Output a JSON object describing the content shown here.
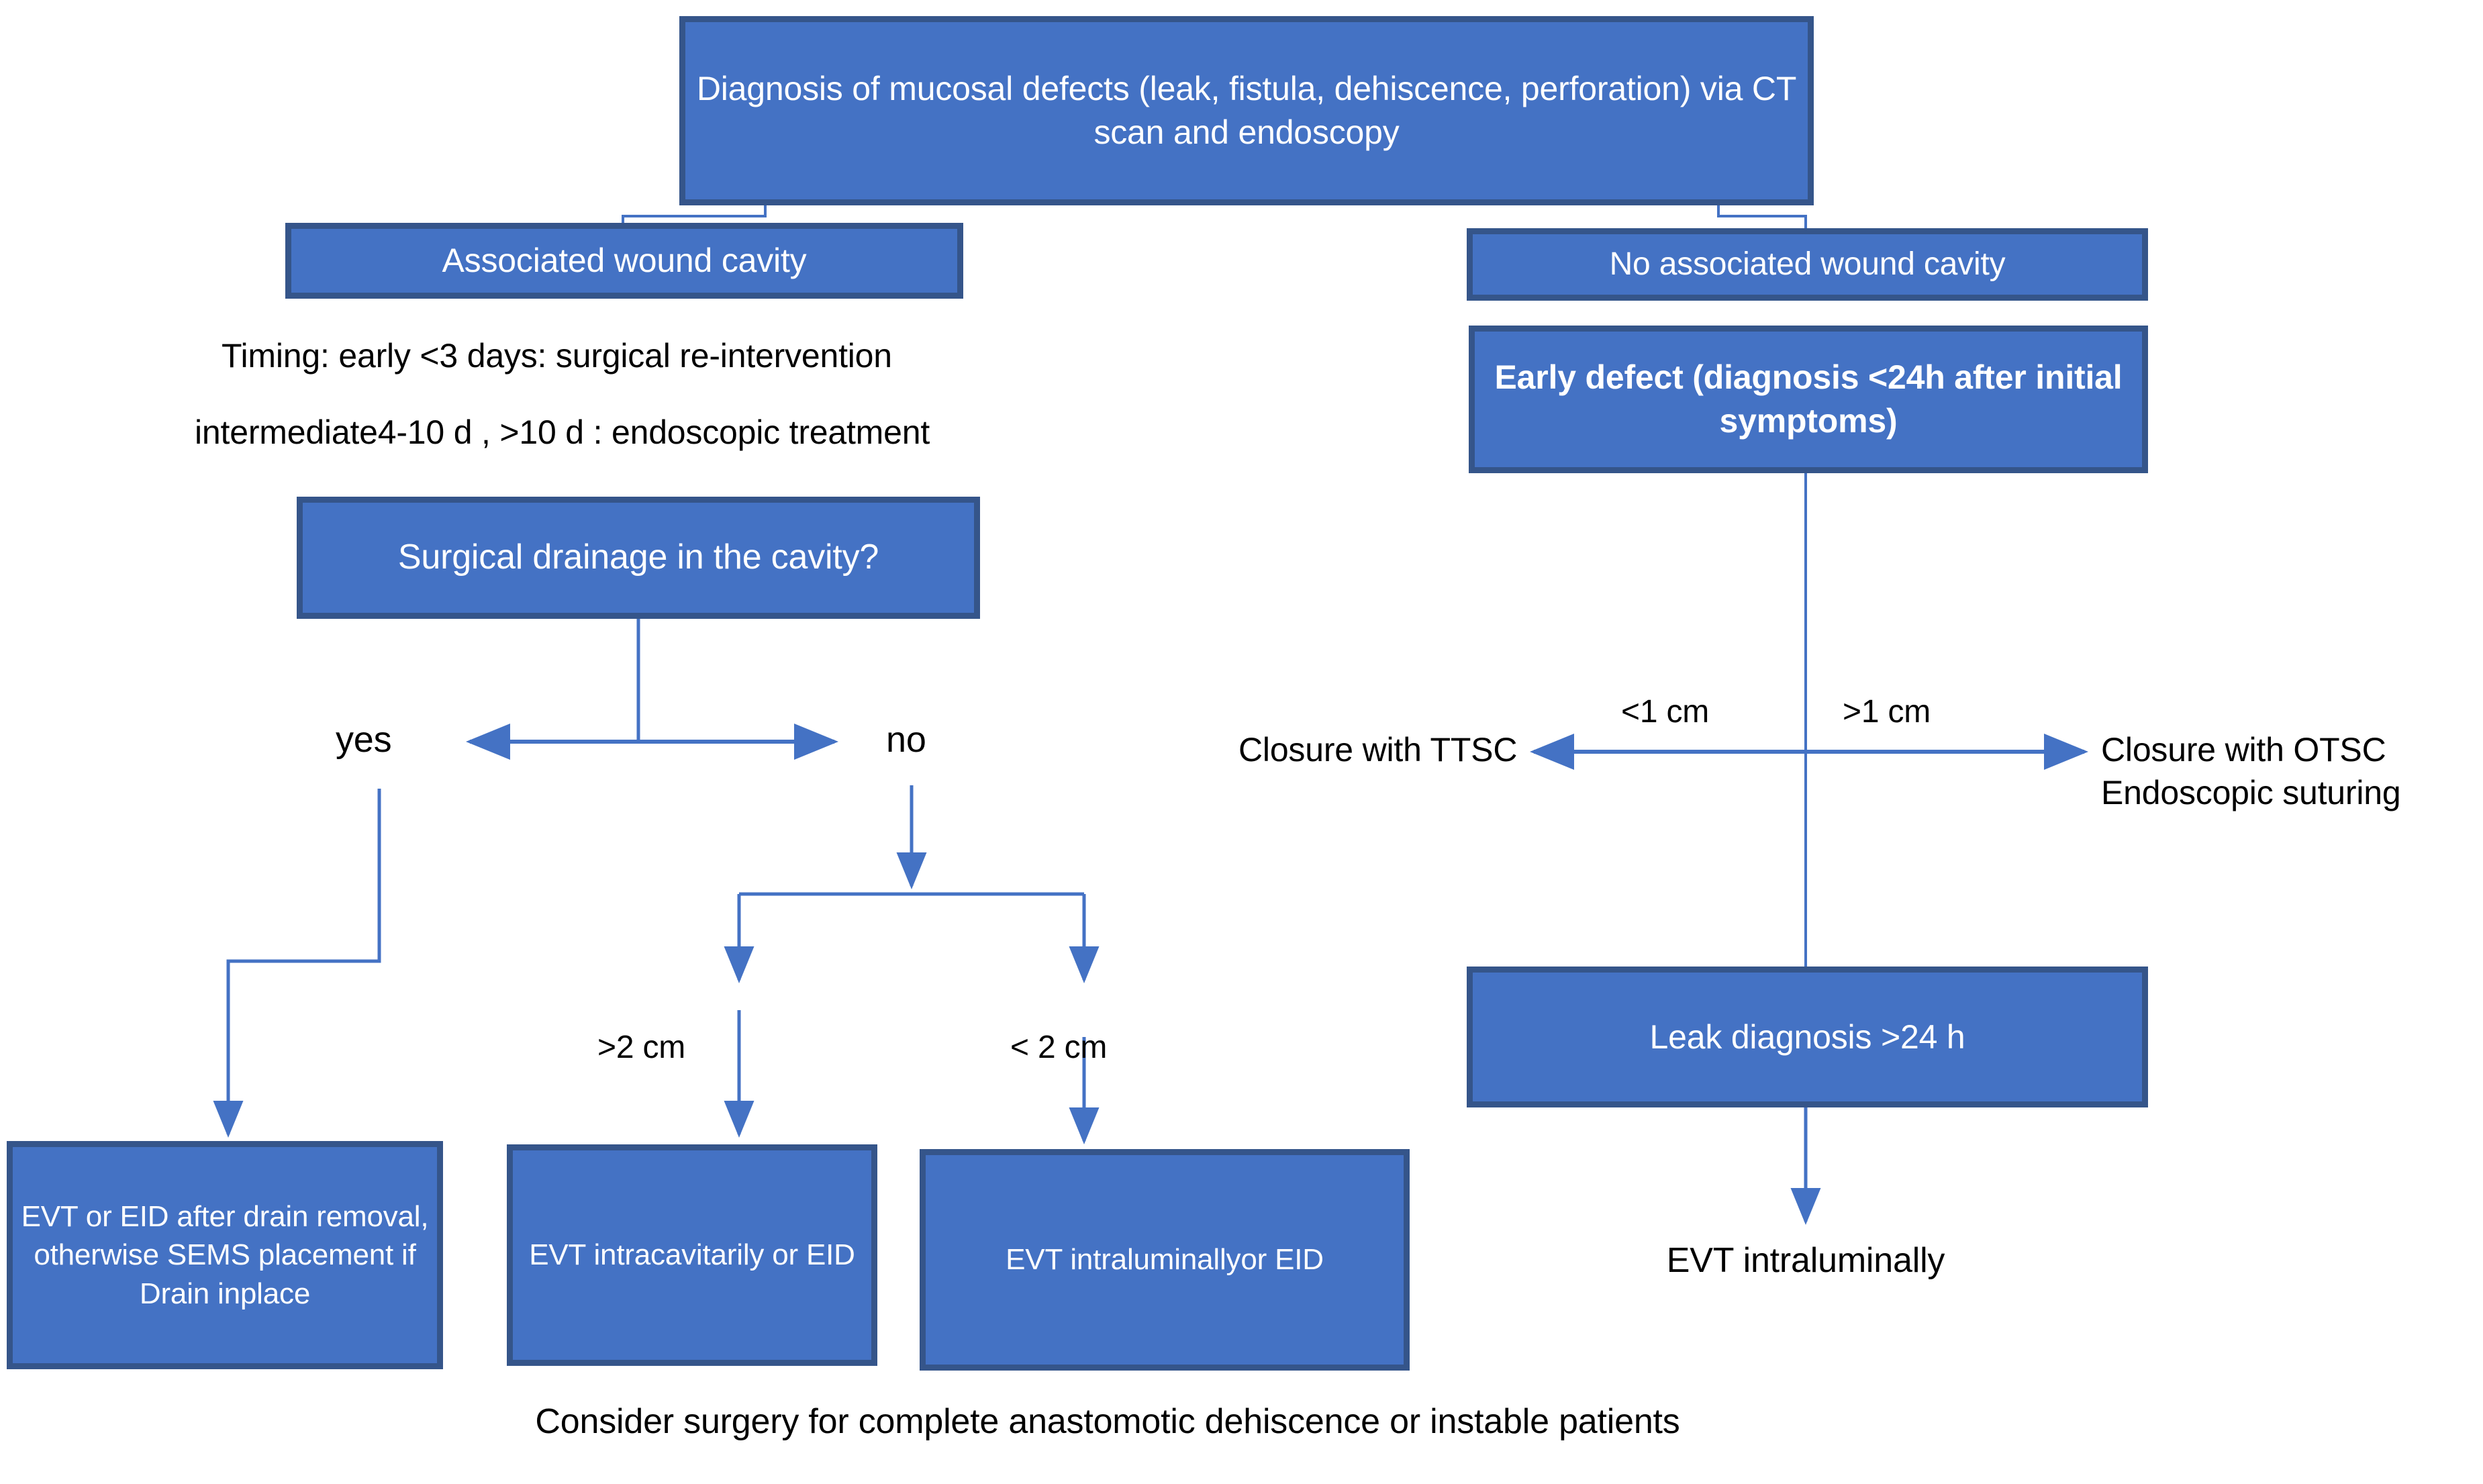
{
  "meta": {
    "colors": {
      "box_fill": "#4472C4",
      "box_border": "#35558A",
      "connector": "#4472C4",
      "box_text": "#FFFFFF",
      "plain_text": "#000000",
      "background": "#FFFFFF"
    }
  },
  "nodes": {
    "diagnosis": {
      "label": "Diagnosis of mucosal defects\n(leak, fistula, dehiscence, perforation)\nvia CT scan and endoscopy"
    },
    "associated_cavity": {
      "label": "Associated wound cavity"
    },
    "no_associated_cavity": {
      "label": "No associated wound cavity"
    },
    "early_defect": {
      "label": "Early defect (diagnosis <24h\nafter initial symptoms)"
    },
    "surgical_drainage": {
      "label": "Surgical drainage in the cavity?"
    },
    "leak_diagnosis": {
      "label": "Leak diagnosis >24 h"
    },
    "evt_eid_drain": {
      "label": "EVT or EID after drain\nremoval, otherwise\nSEMS placement if\nDrain inplace"
    },
    "evt_intracavitarily": {
      "label": "EVT intracavitarily\nor EID"
    },
    "evt_intraluminally_eid": {
      "label": "EVT intraluminallyor EID"
    }
  },
  "annotations": {
    "timing_line1": "Timing: early <3 days:  surgical re-intervention",
    "timing_line2": "intermediate4-10 d , >10 d : endoscopic treatment",
    "yes": "yes",
    "no": "no",
    "gt2cm": ">2 cm",
    "lt2cm": "< 2 cm",
    "lt1cm": "<1 cm",
    "gt1cm": ">1 cm",
    "closure_ttsc": "Closure with TTSC",
    "closure_otsc": "Closure with OTSC\nEndoscopic suturing",
    "evt_intraluminally": "EVT intraluminally",
    "footer": "Consider surgery for complete anastomotic dehiscence or instable patients"
  }
}
